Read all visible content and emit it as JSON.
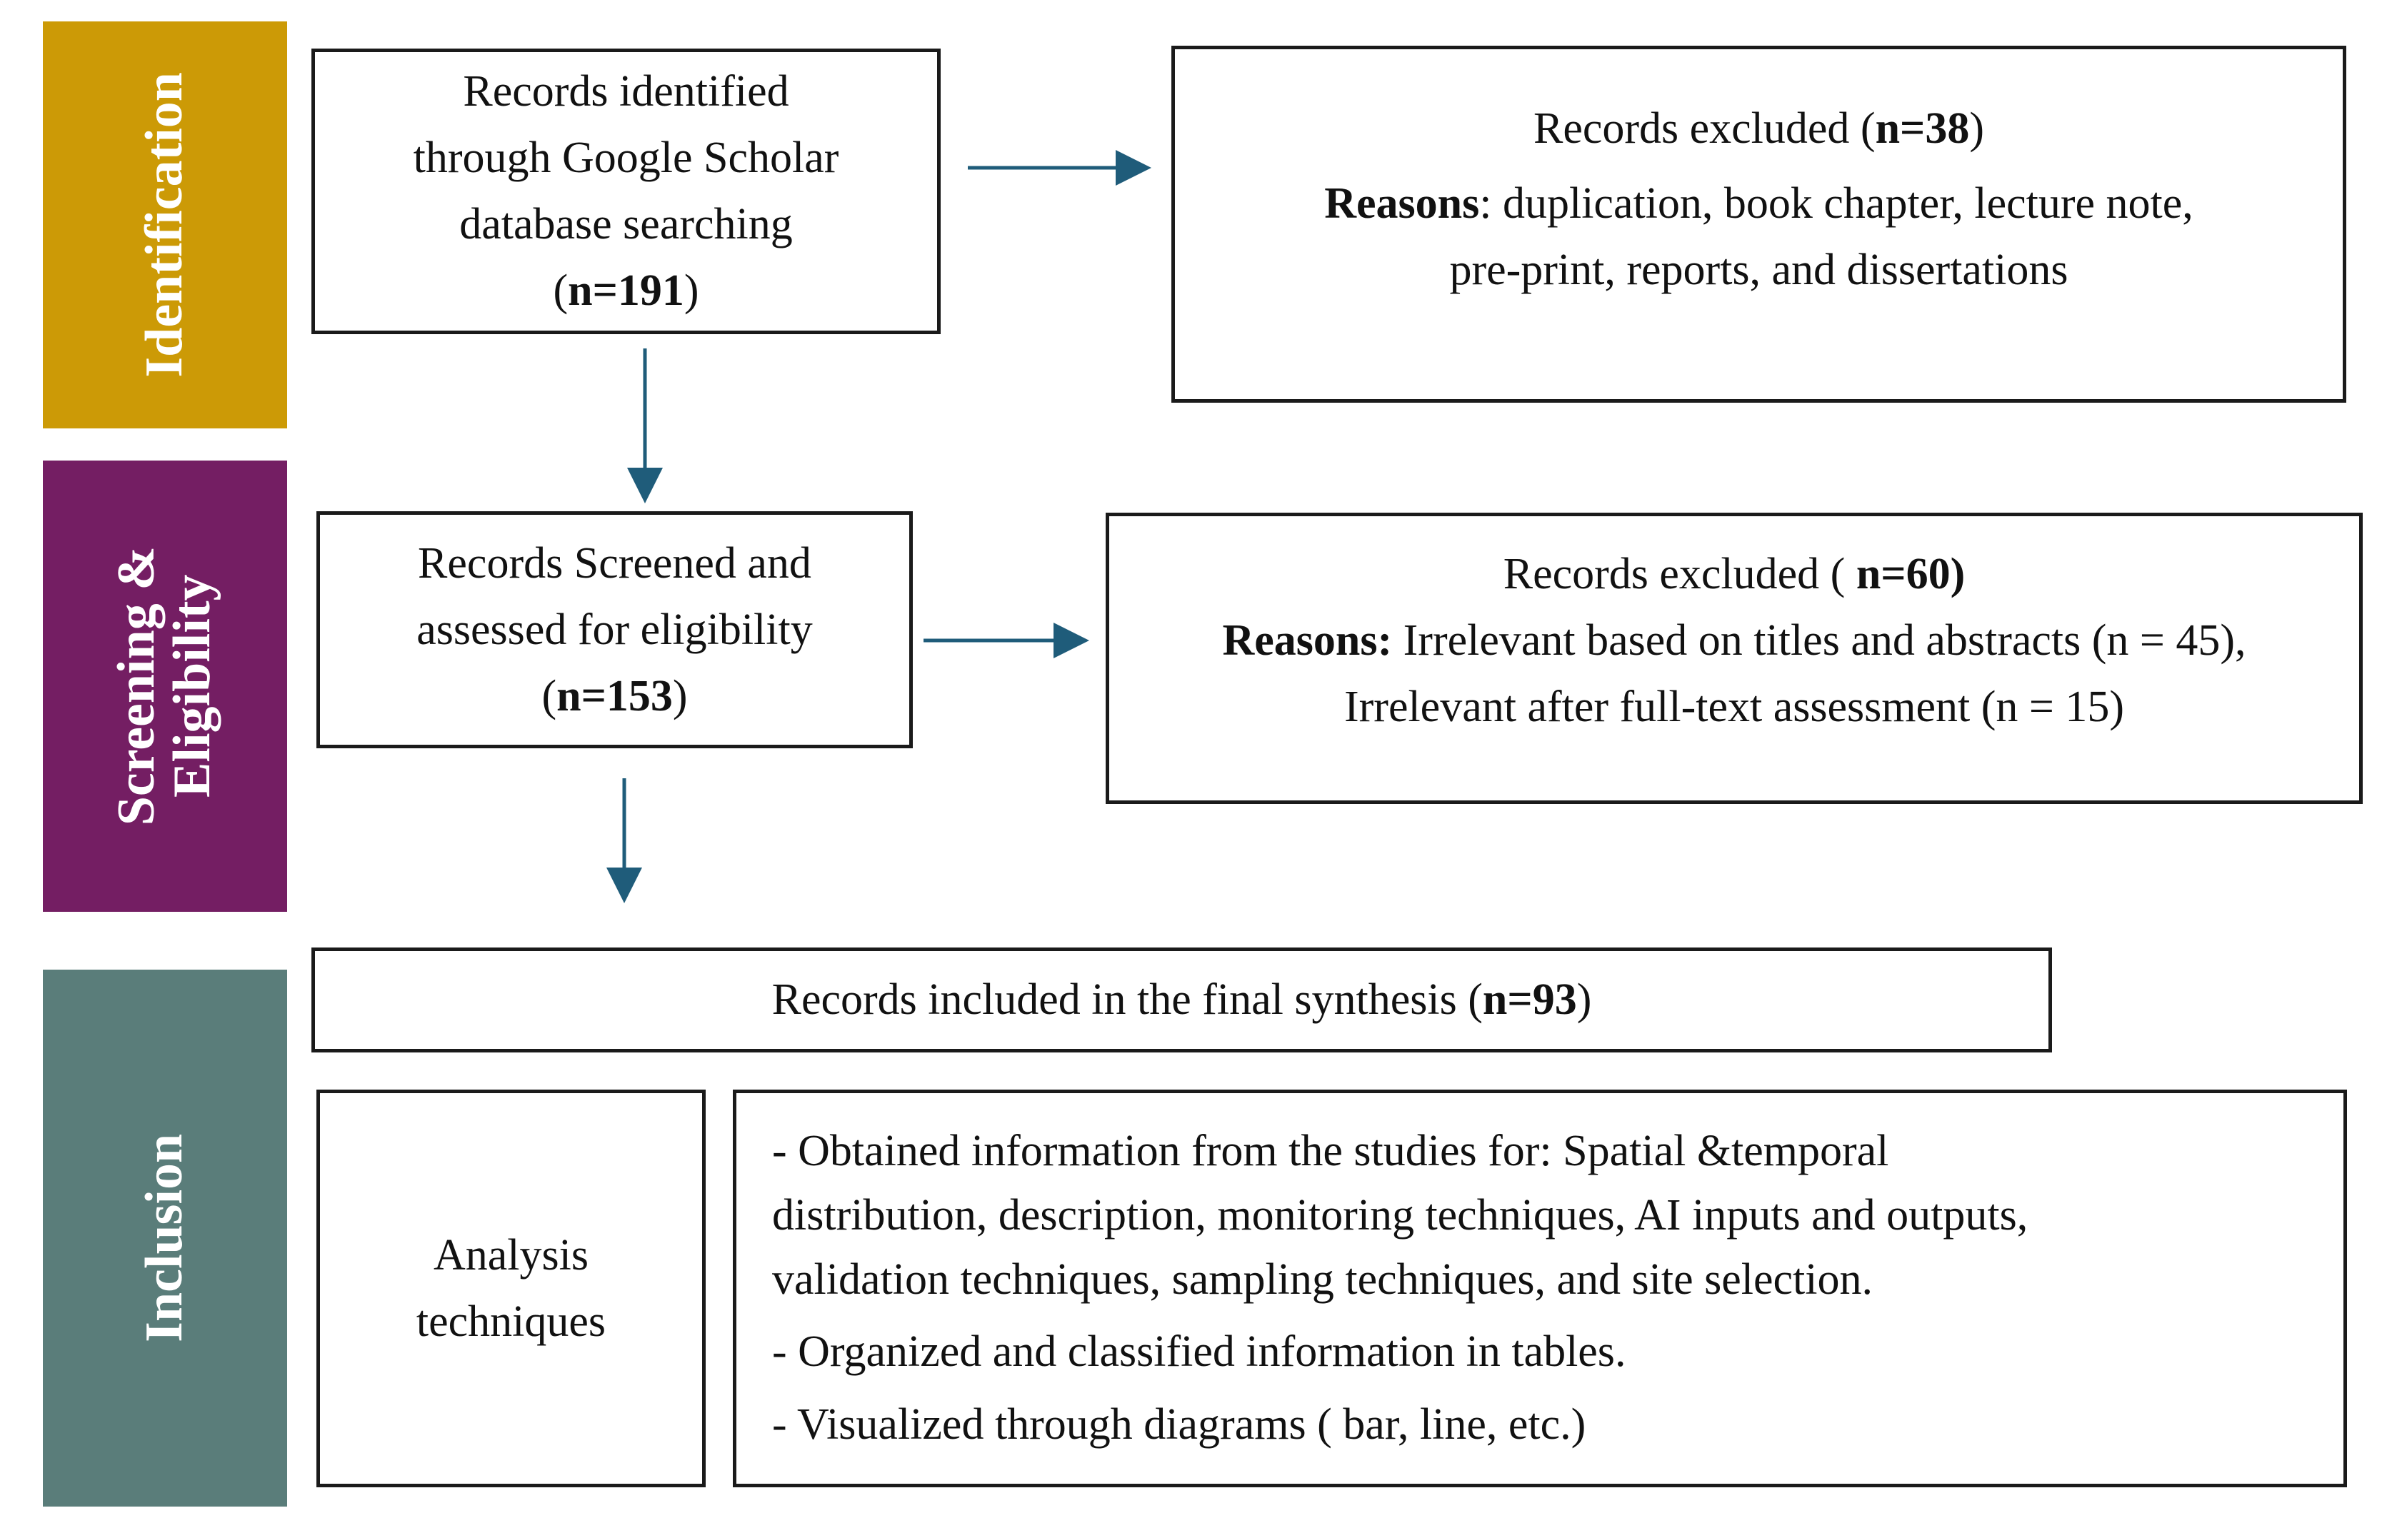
{
  "stages": {
    "identification": "Identification",
    "screening_line1": "Screening &",
    "screening_line2": "Eligibility",
    "inclusion": "Inclusion"
  },
  "colors": {
    "identification": "#CC9A06",
    "screening": "#741E63",
    "inclusion": "#5A7D7A",
    "arrow": "#1F5C7A"
  },
  "identified": {
    "line1": "Records identified",
    "line2": "through Google Scholar",
    "line3": "database searching",
    "count_open": "(",
    "count": "n=191",
    "count_close": ")"
  },
  "excluded_1": {
    "title": "Records excluded (",
    "count": "n=38",
    "title_close": ")",
    "reasons_label": "Reasons",
    "reasons_line1": ": duplication, book chapter, lecture note,",
    "reasons_line2": "pre-print, reports, and dissertations"
  },
  "screened": {
    "line1": "Records Screened and",
    "line2": "assessed for eligibility",
    "count_open": "(",
    "count": "n=153",
    "count_close": ")"
  },
  "excluded_2": {
    "title": "Records excluded ( ",
    "count": "n=60)",
    "reasons_label": "Reasons:",
    "reasons_line1": " Irrelevant based on titles and abstracts (n = 45),",
    "reasons_line2": "Irrelevant after full-text assessment (n = 15)"
  },
  "included": {
    "text": "Records included in the final synthesis  (",
    "count": "n=93",
    "close": ")"
  },
  "analysis": {
    "line1": "Analysis",
    "line2": "techniques"
  },
  "details": {
    "item1_line1": "- Obtained information from the studies for: Spatial &temporal",
    "item1_line2": "distribution, description, monitoring techniques,  AI inputs and outputs,",
    "item1_line3": "validation techniques, sampling techniques, and site selection.",
    "item2": "- Organized and classified information in tables.",
    "item3": "- Visualized through diagrams ( bar, line, etc.)"
  }
}
